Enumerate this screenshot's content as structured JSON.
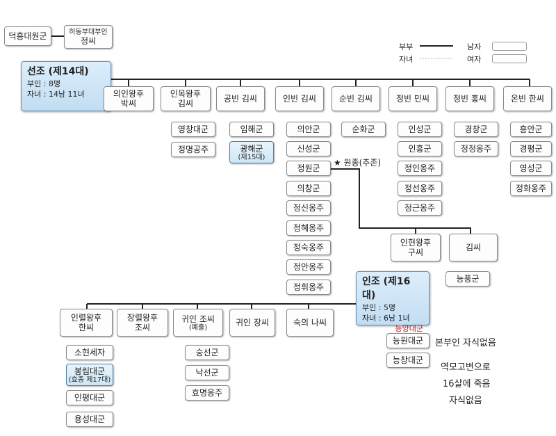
{
  "top": {
    "father": "덕흥대원군",
    "mother_title": "하동부대부인",
    "mother_name": "정씨"
  },
  "legend": {
    "couple": "부부",
    "children": "자녀",
    "male": "남자",
    "female": "여자"
  },
  "seonjo": {
    "title": "선조 (제14대)",
    "wives": "부인 : 8명",
    "children": "자녀 : 14남 11녀"
  },
  "seonjo_wives": [
    {
      "line1": "의인왕후",
      "line2": "박씨"
    },
    {
      "line1": "인목왕후",
      "line2": "김씨"
    },
    {
      "line1": "공빈 김씨"
    },
    {
      "line1": "인빈 김씨"
    },
    {
      "line1": "순빈 김씨"
    },
    {
      "line1": "정빈 민씨"
    },
    {
      "line1": "정빈 홍씨"
    },
    {
      "line1": "온빈 한씨"
    }
  ],
  "children": {
    "inmok": [
      "영창대군",
      "정명공주"
    ],
    "gongbin": {
      "first": "임해군",
      "second": "광해군",
      "second_sub": "(제15대)"
    },
    "inbin": [
      "의안군",
      "신성군",
      "정원군",
      "의창군",
      "정신옹주",
      "정혜옹주",
      "정숙옹주",
      "정안옹주",
      "정휘옹주"
    ],
    "sunbin": [
      "순화군"
    ],
    "jeongbin_min": [
      "인성군",
      "인흥군",
      "정인옹주",
      "정선옹주",
      "정근옹주"
    ],
    "jeongbin_hong": [
      "경창군",
      "정정옹주"
    ],
    "onbin": [
      "흥안군",
      "경평군",
      "영성군",
      "정화옹주"
    ]
  },
  "wonjong_note": "★ 원종(추존)",
  "wonjong_wives": [
    {
      "line1": "인현왕후",
      "line2": "구씨"
    },
    {
      "line1": "김씨"
    }
  ],
  "wonjong_other": "능풍군",
  "injo": {
    "title": "인조 (제16대)",
    "wives": "부인 : 5명",
    "children": "자녀 : 6남 1녀",
    "extra": "능양대군"
  },
  "injo_sons": [
    "능원대군",
    "능창대군"
  ],
  "notes": {
    "neungwon": "본부인 자식없음",
    "neungchang_1": "역모고변으로",
    "neungchang_2": "16살에 죽음",
    "neungchang_3": "자식없음"
  },
  "injo_wives": [
    {
      "line1": "인렬왕후",
      "line2": "한씨"
    },
    {
      "line1": "장렬왕후",
      "line2": "조씨"
    },
    {
      "line1": "귀인 조씨",
      "line2": "(폐출)"
    },
    {
      "line1": "귀인 장씨"
    },
    {
      "line1": "숙의 나씨"
    }
  ],
  "inyeol_children": [
    {
      "line1": "소현세자"
    },
    {
      "line1": "봉림대군",
      "line2": "(효종 제17대)"
    },
    {
      "line1": "인평대군"
    },
    {
      "line1": "용성대군"
    }
  ],
  "gwiin_jo_children": [
    "숭선군",
    "낙선군",
    "효명옹주"
  ]
}
